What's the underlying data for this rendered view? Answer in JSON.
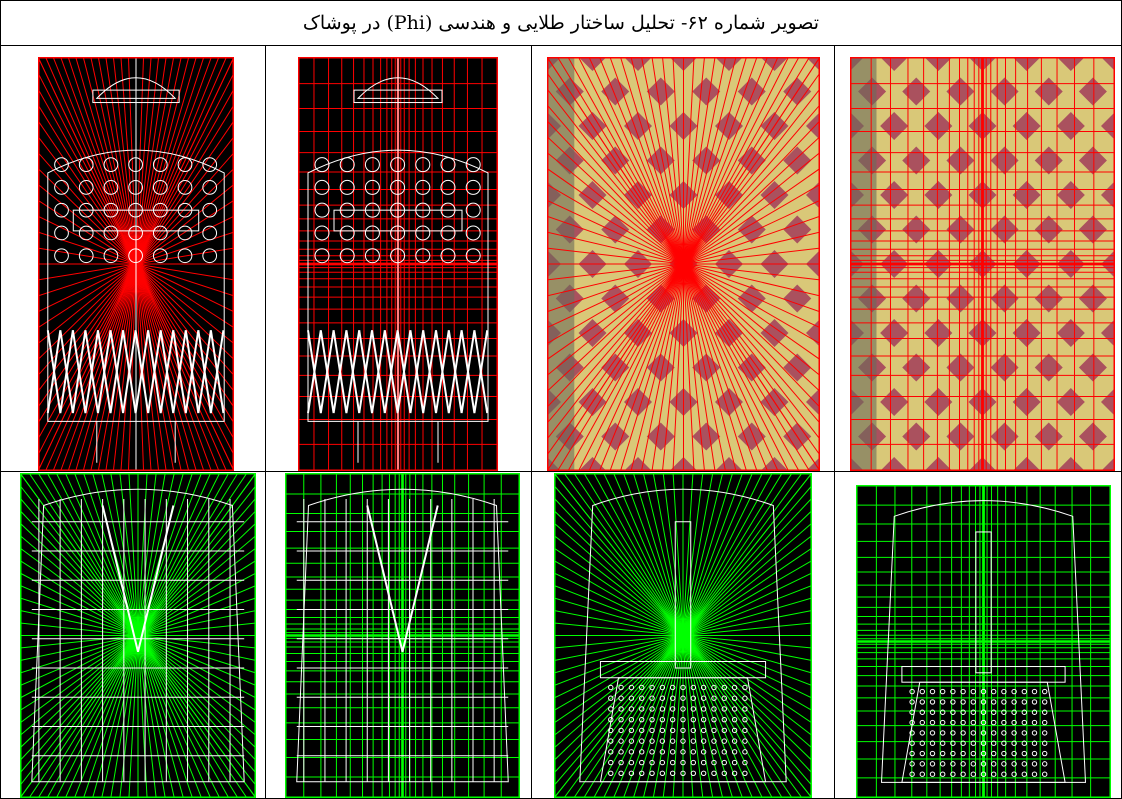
{
  "caption": "تصویر شماره ۶۲- تحلیل ساختار طلایی و هندسی (Phi) در پوشاک",
  "colors": {
    "red_grid": "#ff0000",
    "green_grid": "#00ff00",
    "black": "#000000",
    "white": "#ffffff",
    "fabric_yellow": "#d9c878",
    "fabric_purple": "#9a2a55"
  },
  "rows": [
    {
      "name": "red-analysis-row",
      "panels": [
        {
          "name": "dress-diagonal-analysis",
          "grid": "diagonal",
          "content": "dress-outline"
        },
        {
          "name": "dress-orthogonal-analysis",
          "grid": "orthogonal",
          "content": "dress-outline"
        },
        {
          "name": "fabric-diagonal-analysis",
          "grid": "diagonal",
          "content": "fabric-photo"
        },
        {
          "name": "fabric-orthogonal-analysis",
          "grid": "orthogonal",
          "content": "fabric-photo"
        }
      ]
    },
    {
      "name": "green-analysis-row",
      "panels": [
        {
          "name": "jacket-diagonal-analysis",
          "grid": "diagonal",
          "content": "jacket-outline"
        },
        {
          "name": "jacket-orthogonal-analysis",
          "grid": "orthogonal",
          "content": "jacket-outline"
        },
        {
          "name": "skirt-dress-diagonal-analysis",
          "grid": "diagonal",
          "content": "skirt-dress-outline"
        },
        {
          "name": "skirt-dress-orthogonal-analysis",
          "grid": "orthogonal",
          "content": "skirt-dress-outline"
        }
      ]
    }
  ]
}
